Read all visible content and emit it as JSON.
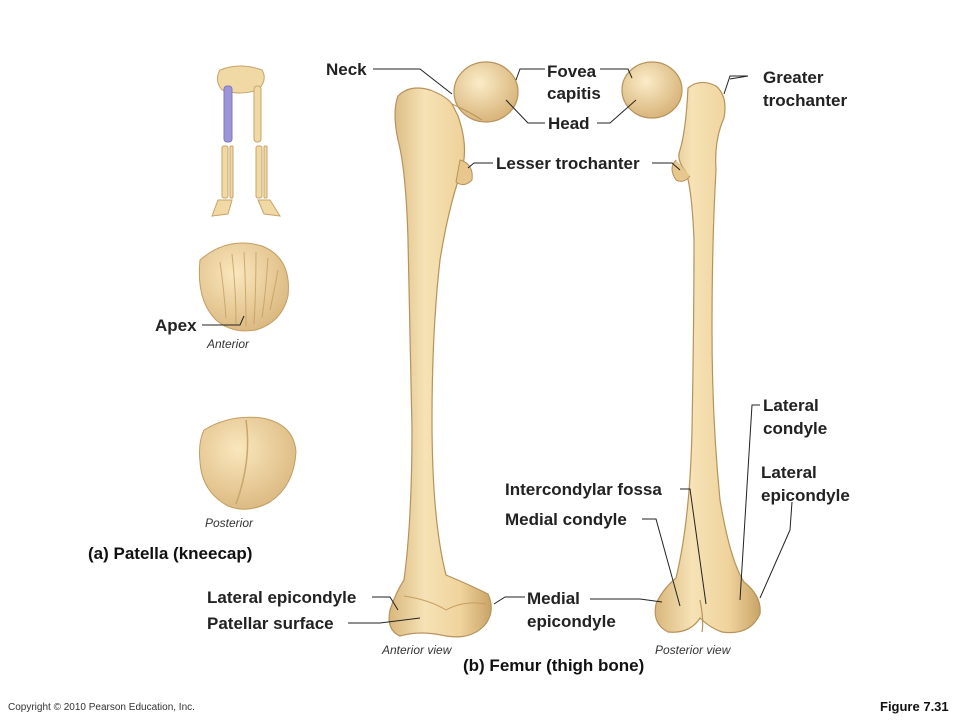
{
  "labels": {
    "neck": "Neck",
    "fovea_line1": "Fovea",
    "fovea_line2": "capitis",
    "head": "Head",
    "greater_line1": "Greater",
    "greater_line2": "trochanter",
    "lesser": "Lesser trochanter",
    "apex": "Apex",
    "lateral_condyle_line1": "Lateral",
    "lateral_condyle_line2": "condyle",
    "lateral_epi_right_line1": "Lateral",
    "lateral_epi_right_line2": "epicondyle",
    "intercondylar": "Intercondylar fossa",
    "medial_condyle": "Medial condyle",
    "lateral_epi_left": "Lateral epicondyle",
    "patellar_surface": "Patellar surface",
    "medial_epi_line1": "Medial",
    "medial_epi_line2": "epicondyle"
  },
  "view_labels": {
    "patella_anterior": "Anterior",
    "patella_posterior": "Posterior",
    "femur_anterior": "Anterior view",
    "femur_posterior": "Posterior view"
  },
  "captions": {
    "patella": "(a) Patella (kneecap)",
    "femur": "(b) Femur (thigh bone)"
  },
  "footer": {
    "copyright": "Copyright © 2010 Pearson Education, Inc.",
    "figure": "Figure 7.31"
  },
  "colors": {
    "bone": "#f1d9a6",
    "bone_shadow": "#d8b57a",
    "highlight_bone": "#9d95d6",
    "leader": "#222222"
  }
}
